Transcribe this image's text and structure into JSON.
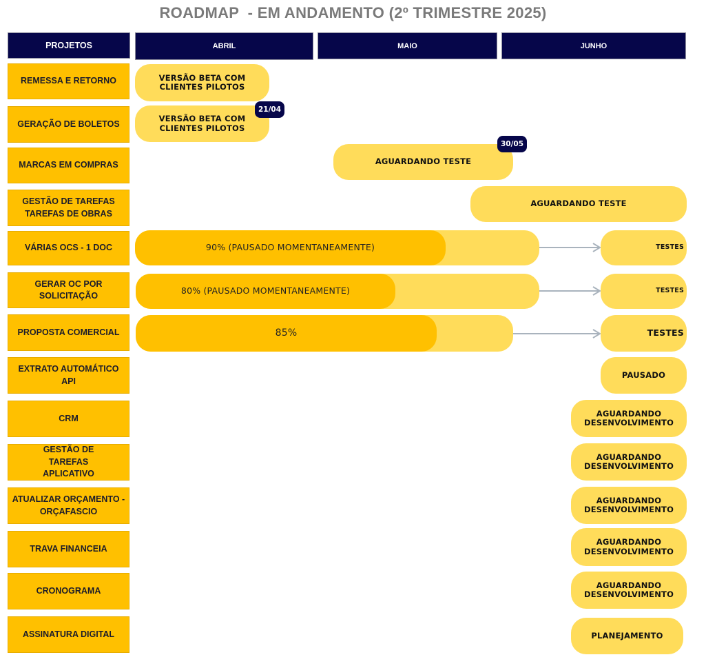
{
  "title": "ROADMAP  - EM ANDAMENTO (2º TRIMESTRE 2025)",
  "colors": {
    "header_bg": "#06064a",
    "project_bg": "#ffc000",
    "bar_bg": "#ffdc5a",
    "progress_fill": "#ffc000",
    "arrow": "#a9b3bd",
    "title": "#7a7a7a"
  },
  "headers": {
    "projects": "PROJETOS",
    "months": [
      "ABRIL",
      "MAIO",
      "JUNHO"
    ]
  },
  "projects": [
    "REMESSA E RETORNO",
    "GERAÇÃO DE BOLETOS",
    "MARCAS EM COMPRAS",
    "GESTÃO DE TAREFAS TAREFAS DE OBRAS",
    "VÁRIAS OCS - 1 DOC",
    "GERAR OC POR SOLICITAÇÃO",
    "PROPOSTA COMERCIAL",
    "EXTRATO AUTOMÁTICO API",
    "CRM",
    "GESTÃO DE TAREFAS APLICATIVO",
    "ATUALIZAR ORÇAMENTO - ORÇAFASCIO",
    "TRAVA FINANCEIA",
    "CRONOGRAMA",
    "ASSINATURA DIGITAL"
  ],
  "bars": {
    "remessa": "VERSÃO BETA COM CLIENTES  PILOTOS",
    "boletos": "VERSÃO BETA COM CLIENTES PILOTOS",
    "marcas": "AGUARDANDO TESTE",
    "gestao_obras": "AGUARDANDO TESTE",
    "varias_ocs_progress": "90% (PAUSADO MOMENTANEAMENTE)",
    "varias_ocs_status": "TESTES",
    "gerar_oc_progress": "80% (PAUSADO MOMENTANEAMENTE)",
    "gerar_oc_status": "TESTES",
    "proposta_progress": "85%",
    "proposta_status": "TESTES",
    "extrato": "PAUSADO",
    "crm": "AGUARDANDO DESENVOLVIMENTO",
    "gestao_app": "AGUARDANDO DESENVOLVIMENTO",
    "orcafascio": "AGUARDANDO DESENVOLVIMENTO",
    "trava": "AGUARDANDO DESENVOLVIMENTO",
    "cronograma": "AGUARDANDO DESENVOLVIMENTO",
    "assinatura": "PLANEJAMENTO"
  },
  "progress_values": {
    "varias_ocs": 0.9,
    "gerar_oc": 0.8,
    "proposta": 0.85
  },
  "badges": {
    "boletos": "21/04",
    "marcas": "30/05"
  },
  "icons": {
    "arrow": "right-arrow-icon"
  }
}
